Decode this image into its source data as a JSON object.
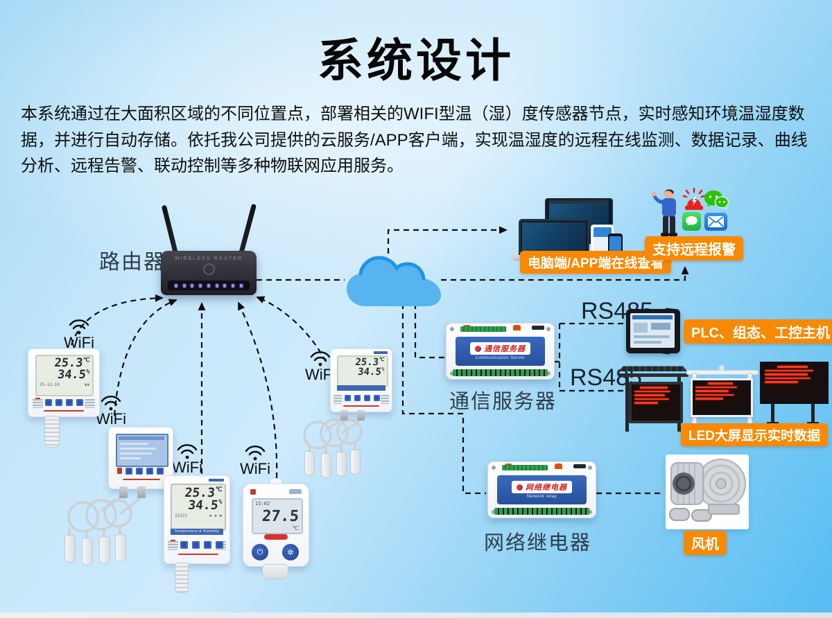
{
  "page": {
    "title": "系统设计",
    "description": "本系统通过在大面积区域的不同位置点，部署相关的WIFI型温（湿）度传感器节点，实时感知环境温湿度数据，并进行自动存储。依托我公司提供的云服务/APP客户端，实现温湿度的远程在线监测、数据记录、曲线分析、远程告警、联动控制等多种物联网应用服务。"
  },
  "colors": {
    "accent_orange": "#F88900",
    "cloud_blue": "#58B4F0",
    "dash_black": "#0F0F0F",
    "bg_light": "#CDEAFC",
    "bg_deep": "#55BDF3"
  },
  "labels": {
    "router": "路由器",
    "router_device_text": "WIRELESS ROUTER",
    "viewers": "电脑端/APP端在线查看",
    "alarm": "支持远程报警",
    "comm_server": "通信服务器",
    "comm_server_panel_cn": "通信服务器",
    "comm_server_panel_en": "Communication Server",
    "rs485_top": "RS485",
    "rs485_bottom": "RS485",
    "plc": "PLC、组态、工控主机",
    "led": "LED大屏显示实时数据",
    "relay": "网络继电器",
    "relay_panel_cn": "网络继电器",
    "relay_panel_en": "Network relay",
    "fan": "风机",
    "wifi": "WiFi"
  },
  "sensors": {
    "s1": {
      "temp": "25.3",
      "temp_unit": "℃",
      "hum": "34.5",
      "hum_unit": "%",
      "sub": "15-12-10"
    },
    "s3": {
      "temp": "25.3",
      "temp_unit": "℃",
      "hum": "34.5",
      "hum_unit": "%",
      "caption": "Temperature & Humidity",
      "sub": "15121"
    },
    "s4": {
      "time": "15:02",
      "value": "27.5",
      "unit": "℃"
    },
    "s5": {
      "temp": "25.3",
      "temp_unit": "℃",
      "hum": "34.5",
      "hum_unit": "%"
    }
  },
  "icons": [
    "person",
    "alarm-siren",
    "wechat",
    "sms-message",
    "email",
    "cloud",
    "wifi"
  ]
}
